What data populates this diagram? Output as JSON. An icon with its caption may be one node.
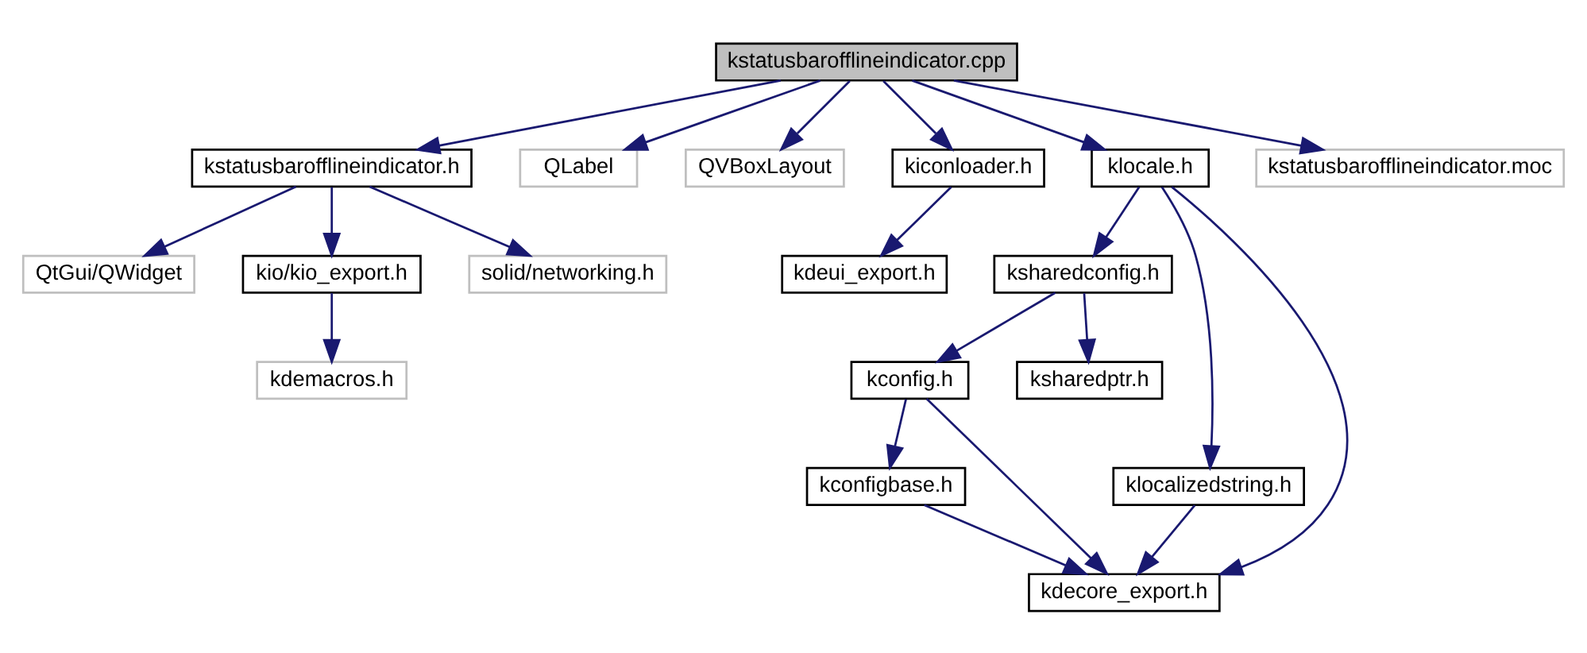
{
  "diagram": {
    "nodes": [
      {
        "text": [
          "kstatusbarofflineindicator.cpp"
        ]
      },
      {
        "text": [
          "kstatusbarofflineindicator.h"
        ]
      },
      {
        "text": [
          "QLabel"
        ]
      },
      {
        "text": [
          "QVBoxLayout"
        ]
      },
      {
        "text": [
          "kiconloader.h"
        ]
      },
      {
        "text": [
          "klocale.h"
        ]
      },
      {
        "text": [
          "kstatusbarofflineindicator.moc"
        ]
      },
      {
        "text": [
          "QtGui/QWidget"
        ]
      },
      {
        "text": [
          "kio/kio_export.h"
        ]
      },
      {
        "text": [
          "solid/networking.h"
        ]
      },
      {
        "text": [
          "kdeui_export.h"
        ]
      },
      {
        "text": [
          "ksharedconfig.h"
        ]
      },
      {
        "text": [
          "kdemacros.h"
        ]
      },
      {
        "text": [
          "kconfig.h"
        ]
      },
      {
        "text": [
          "ksharedptr.h"
        ]
      },
      {
        "text": [
          "klocalizedstring.h"
        ]
      },
      {
        "text": [
          "kconfigbase.h"
        ]
      },
      {
        "text": [
          "kdecore_export.h"
        ]
      }
    ],
    "edges": [
      {
        "from": 0,
        "to": 1,
        "arrow": "to"
      },
      {
        "from": 0,
        "to": 2,
        "arrow": "to"
      },
      {
        "from": 0,
        "to": 3,
        "arrow": "to"
      },
      {
        "from": 0,
        "to": 4,
        "arrow": "to"
      },
      {
        "from": 0,
        "to": 5,
        "arrow": "to"
      },
      {
        "from": 0,
        "to": 6,
        "arrow": "to"
      },
      {
        "from": 1,
        "to": 7,
        "arrow": "to"
      },
      {
        "from": 1,
        "to": 8,
        "arrow": "to"
      },
      {
        "from": 1,
        "to": 9,
        "arrow": "to"
      },
      {
        "from": 8,
        "to": 12,
        "arrow": "to"
      },
      {
        "from": 4,
        "to": 10,
        "arrow": "to"
      },
      {
        "from": 5,
        "to": 15,
        "arrow": "to"
      },
      {
        "from": 5,
        "to": 17,
        "arrow": "to"
      },
      {
        "from": 5,
        "to": 11,
        "arrow": "to"
      },
      {
        "from": 15,
        "to": 17,
        "arrow": "to"
      },
      {
        "from": 11,
        "to": 13,
        "arrow": "to"
      },
      {
        "from": 11,
        "to": 14,
        "arrow": "to"
      },
      {
        "from": 13,
        "to": 17,
        "arrow": "to"
      },
      {
        "from": 13,
        "to": 16,
        "arrow": "to"
      },
      {
        "from": 16,
        "to": 17,
        "arrow": "to"
      }
    ]
  }
}
